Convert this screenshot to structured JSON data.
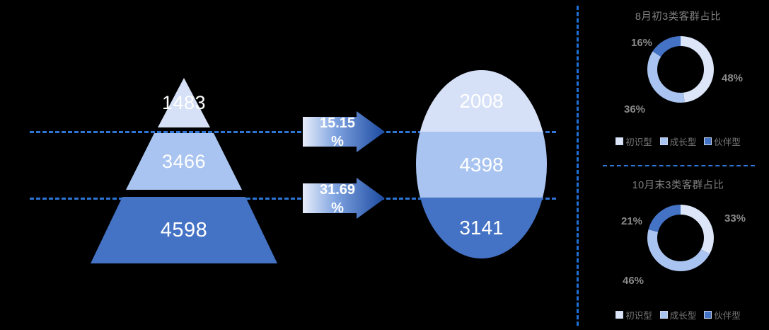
{
  "colors": {
    "background": "#000000",
    "tier_light": "#D6E1F7",
    "tier_medium": "#A9C4F0",
    "tier_dark": "#4472C4",
    "dashed_line": "#2E75D4",
    "arrow_gradient_start": "#E3EAF8",
    "arrow_gradient_end": "#1F4FA8",
    "label_grey": "#808080",
    "value_white": "#FFFFFF"
  },
  "funnel": {
    "pyramid": {
      "layers": [
        {
          "name": "top",
          "value": "1483"
        },
        {
          "name": "middle",
          "value": "3466"
        },
        {
          "name": "bottom",
          "value": "4598"
        }
      ]
    },
    "arrows": [
      {
        "name": "upper",
        "value": "15.15",
        "unit": "%"
      },
      {
        "name": "lower",
        "value": "31.69",
        "unit": "%"
      }
    ],
    "oval": {
      "bands": [
        {
          "name": "top",
          "value": "2008"
        },
        {
          "name": "middle",
          "value": "4398"
        },
        {
          "name": "bottom",
          "value": "3141"
        }
      ]
    }
  },
  "chart_data": [
    {
      "type": "pie",
      "name": "donut-top",
      "title": "8月初3类客群占比",
      "categories": [
        "初识型",
        "成长型",
        "伙伴型"
      ],
      "values": [
        48,
        36,
        16
      ],
      "labels": [
        "48%",
        "36%",
        "16%"
      ],
      "colors": [
        "#DCE6F8",
        "#A9C4F0",
        "#4472C4"
      ],
      "legend": "bottom",
      "donut": true,
      "start_angle": 0,
      "direction": "clockwise"
    },
    {
      "type": "pie",
      "name": "donut-bottom",
      "title": "10月末3类客群占比",
      "categories": [
        "初识型",
        "成长型",
        "伙伴型"
      ],
      "values": [
        33,
        46,
        21
      ],
      "labels": [
        "33%",
        "46%",
        "21%"
      ],
      "colors": [
        "#DCE6F8",
        "#A9C4F0",
        "#4472C4"
      ],
      "legend": "bottom",
      "donut": true,
      "start_angle": 0,
      "direction": "clockwise"
    }
  ]
}
